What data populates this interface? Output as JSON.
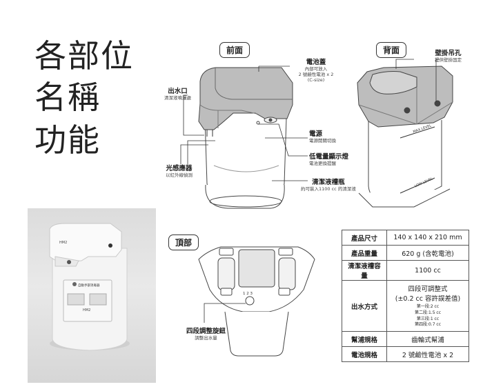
{
  "title": [
    "各部位",
    "名稱",
    "功能"
  ],
  "sections": {
    "front": "前面",
    "back": "背面",
    "top": "頂部"
  },
  "labels": {
    "battery_cover": {
      "name": "電池蓋",
      "desc": [
        "內部可放入",
        "2 號鹼性電池 x 2",
        "(C-size)"
      ]
    },
    "outlet": {
      "name": "出水口",
      "desc": "清潔液噴灑處"
    },
    "power": {
      "name": "電源",
      "desc": "電源開關切換"
    },
    "low_battery": {
      "name": "低電量顯示燈",
      "desc": "電池更換提醒"
    },
    "sensor": {
      "name": "光感應器",
      "desc": "以紅外線偵測"
    },
    "tank": {
      "name": "清潔液槽瓶",
      "desc": "約可裝入1100 cc 的清潔液"
    },
    "wall_hole": {
      "name": "壁掛吊孔",
      "desc": "提供壁掛固定"
    },
    "knob": {
      "name": "四段調整旋鈕",
      "desc": "調整出水量"
    }
  },
  "device_text": {
    "max_level": "MAX LEVEL",
    "low_level": "LOW LEVEL",
    "knob_digits": "1 2 3",
    "product_code": "HM2",
    "product_label": "自動手部消毒器"
  },
  "specs": [
    {
      "key": "產品尺寸",
      "value": [
        "140 x 140 x 210 mm"
      ]
    },
    {
      "key": "產品重量",
      "value": [
        "620 g (含乾電池)"
      ]
    },
    {
      "key": "清潔液槽容量",
      "value": [
        "1100 cc"
      ]
    },
    {
      "key": "出水方式",
      "value": [
        "四段可調整式",
        "(±0.2 cc 容許誤差值)"
      ],
      "sub": [
        "第一段:2 cc",
        "第二段:1.5 cc",
        "第三段:1 cc",
        "第四段:0.7 cc"
      ]
    },
    {
      "key": "幫浦規格",
      "value": [
        "齒輪式幫浦"
      ]
    },
    {
      "key": "電池規格",
      "value": [
        "2 號鹼性電池 x 2"
      ]
    }
  ]
}
